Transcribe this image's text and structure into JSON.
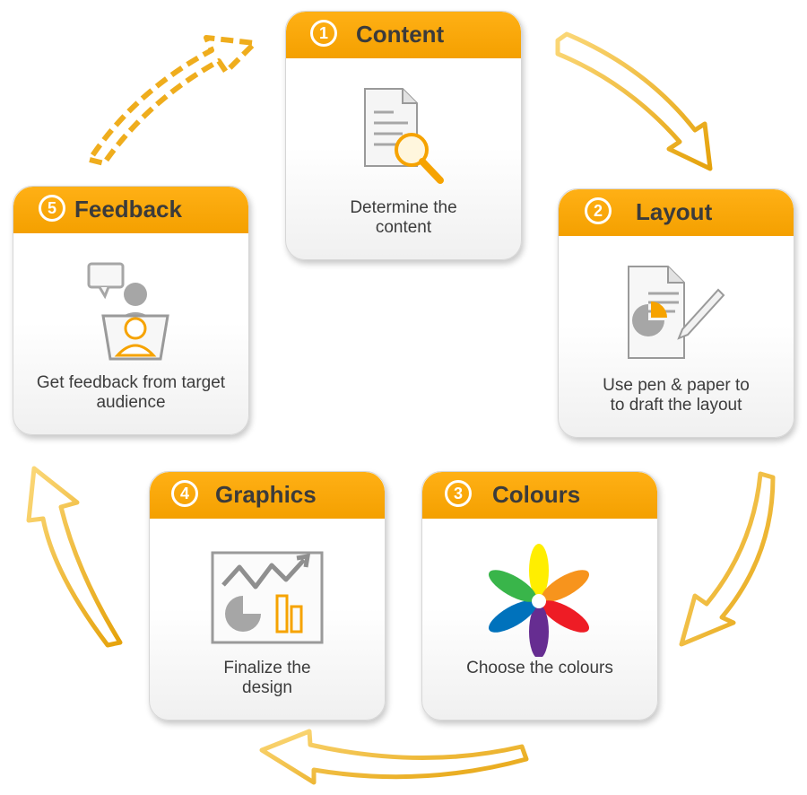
{
  "steps": [
    {
      "number": "1",
      "title": "Content",
      "description": "Determine the\ncontent",
      "icon": "document-search-icon"
    },
    {
      "number": "2",
      "title": "Layout",
      "description": "Use pen & paper to\nto draft the layout",
      "icon": "document-pencil-icon"
    },
    {
      "number": "3",
      "title": "Colours",
      "description": "Choose the colours",
      "icon": "color-splash-icon"
    },
    {
      "number": "4",
      "title": "Graphics",
      "description": "Finalize the\ndesign",
      "icon": "charts-board-icon"
    },
    {
      "number": "5",
      "title": "Feedback",
      "description": "Get feedback from target\naudience",
      "icon": "audience-speech-icon"
    }
  ],
  "colors": {
    "accent": "#f6a300",
    "title_text": "#3b3b3b",
    "body_text": "#3c3c3c",
    "icon_gray": "#a6a6a6",
    "splash": [
      "#ffee00",
      "#f7941d",
      "#ee1c25",
      "#662d91",
      "#0072bc",
      "#39b54a"
    ]
  }
}
